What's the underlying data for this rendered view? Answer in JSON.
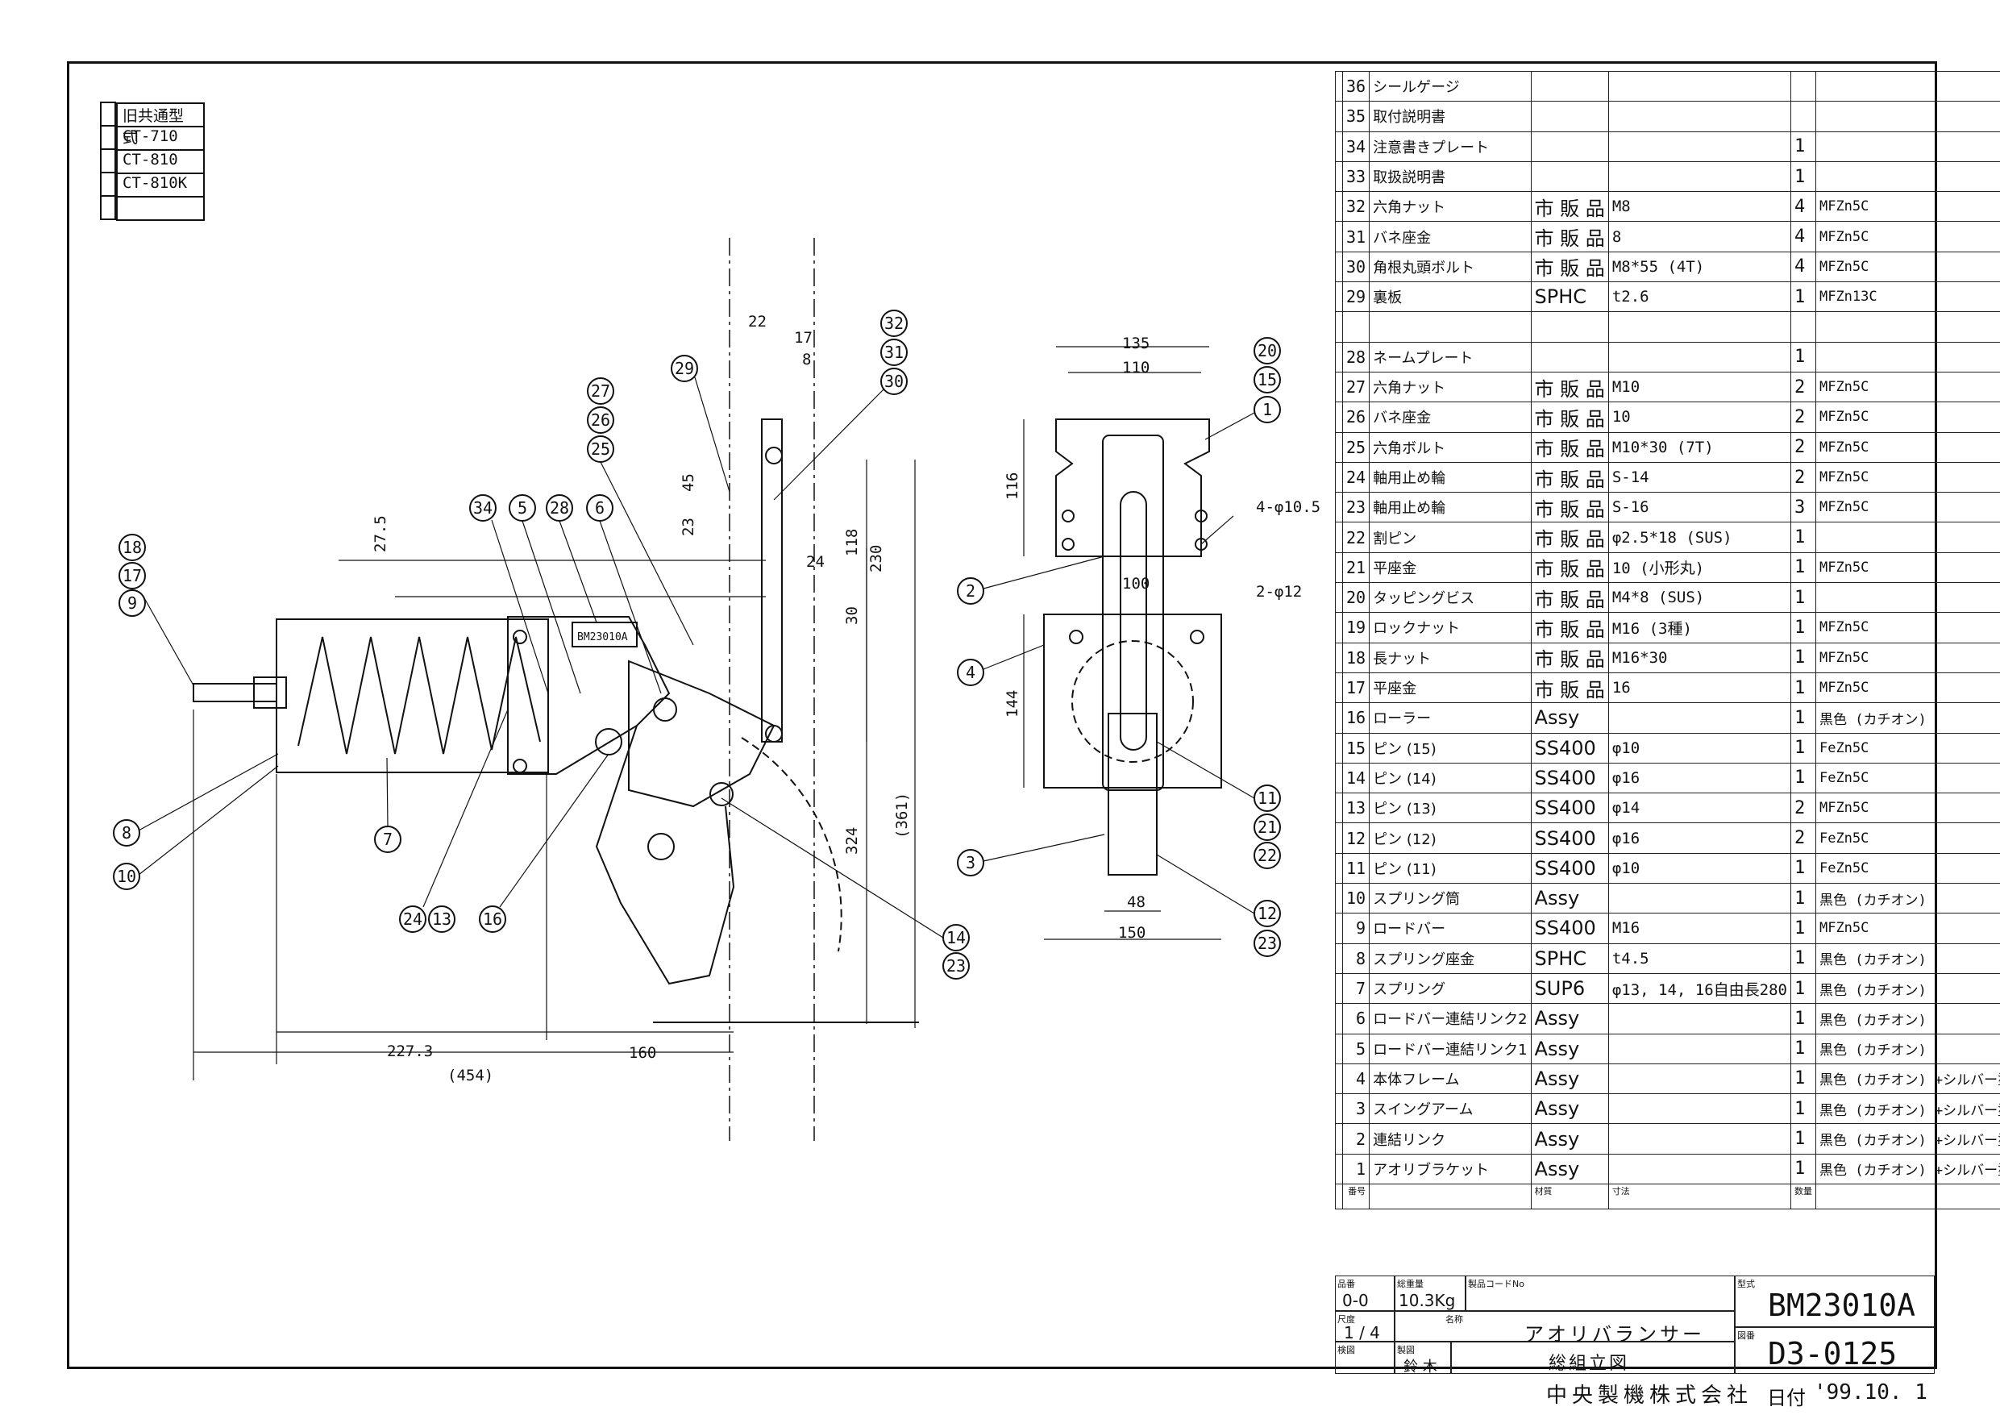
{
  "compat_table": {
    "header": "旧共通型式",
    "rows": [
      "CT-710",
      "CT-810",
      "CT-810K",
      ""
    ]
  },
  "parts": [
    {
      "no": "36",
      "name": "シールゲージ",
      "material": "",
      "size": "",
      "qty": "",
      "finish": ""
    },
    {
      "no": "35",
      "name": "取付説明書",
      "material": "",
      "size": "",
      "qty": "",
      "finish": ""
    },
    {
      "no": "34",
      "name": "注意書きプレート",
      "material": "",
      "size": "",
      "qty": "1",
      "finish": ""
    },
    {
      "no": "33",
      "name": "取扱説明書",
      "material": "",
      "size": "",
      "qty": "1",
      "finish": ""
    },
    {
      "no": "32",
      "name": "六角ナット",
      "material": "市 販 品",
      "size": "M8",
      "qty": "4",
      "finish": "MFZn5C"
    },
    {
      "no": "31",
      "name": "バネ座金",
      "material": "市 販 品",
      "size": "8",
      "qty": "4",
      "finish": "MFZn5C"
    },
    {
      "no": "30",
      "name": "角根丸頭ボルト",
      "material": "市 販 品",
      "size": "M8*55 (4T)",
      "qty": "4",
      "finish": "MFZn5C"
    },
    {
      "no": "29",
      "name": "裏板",
      "material": "SPHC",
      "size": "t2.6",
      "qty": "1",
      "finish": "MFZn13C"
    },
    {
      "no": "",
      "name": "",
      "material": "",
      "size": "",
      "qty": "",
      "finish": ""
    },
    {
      "no": "28",
      "name": "ネームプレート",
      "material": "",
      "size": "",
      "qty": "1",
      "finish": ""
    },
    {
      "no": "27",
      "name": "六角ナット",
      "material": "市 販 品",
      "size": "M10",
      "qty": "2",
      "finish": "MFZn5C"
    },
    {
      "no": "26",
      "name": "バネ座金",
      "material": "市 販 品",
      "size": "10",
      "qty": "2",
      "finish": "MFZn5C"
    },
    {
      "no": "25",
      "name": "六角ボルト",
      "material": "市 販 品",
      "size": "M10*30 (7T)",
      "qty": "2",
      "finish": "MFZn5C"
    },
    {
      "no": "24",
      "name": "軸用止め輪",
      "material": "市 販 品",
      "size": "S-14",
      "qty": "2",
      "finish": "MFZn5C"
    },
    {
      "no": "23",
      "name": "軸用止め輪",
      "material": "市 販 品",
      "size": "S-16",
      "qty": "3",
      "finish": "MFZn5C"
    },
    {
      "no": "22",
      "name": "割ピン",
      "material": "市 販 品",
      "size": "φ2.5*18 (SUS)",
      "qty": "1",
      "finish": ""
    },
    {
      "no": "21",
      "name": "平座金",
      "material": "市 販 品",
      "size": "10 (小形丸)",
      "qty": "1",
      "finish": "MFZn5C"
    },
    {
      "no": "20",
      "name": "タッピングビス",
      "material": "市 販 品",
      "size": "M4*8 (SUS)",
      "qty": "1",
      "finish": ""
    },
    {
      "no": "19",
      "name": "ロックナット",
      "material": "市 販 品",
      "size": "M16 (3種)",
      "qty": "1",
      "finish": "MFZn5C"
    },
    {
      "no": "18",
      "name": "長ナット",
      "material": "市 販 品",
      "size": "M16*30",
      "qty": "1",
      "finish": "MFZn5C"
    },
    {
      "no": "17",
      "name": "平座金",
      "material": "市 販 品",
      "size": "16",
      "qty": "1",
      "finish": "MFZn5C"
    },
    {
      "no": "16",
      "name": "ローラー",
      "material": "Assy",
      "size": "",
      "qty": "1",
      "finish": "黒色 (カチオン)"
    },
    {
      "no": "15",
      "name": "ピン (15)",
      "material": "SS400",
      "size": "φ10",
      "qty": "1",
      "finish": "FeZn5C"
    },
    {
      "no": "14",
      "name": "ピン (14)",
      "material": "SS400",
      "size": "φ16",
      "qty": "1",
      "finish": "FeZn5C"
    },
    {
      "no": "13",
      "name": "ピン (13)",
      "material": "SS400",
      "size": "φ14",
      "qty": "2",
      "finish": "MFZn5C"
    },
    {
      "no": "12",
      "name": "ピン (12)",
      "material": "SS400",
      "size": "φ16",
      "qty": "2",
      "finish": "FeZn5C"
    },
    {
      "no": "11",
      "name": "ピン (11)",
      "material": "SS400",
      "size": "φ10",
      "qty": "1",
      "finish": "FeZn5C"
    },
    {
      "no": "10",
      "name": "スプリング筒",
      "material": "Assy",
      "size": "",
      "qty": "1",
      "finish": "黒色 (カチオン)"
    },
    {
      "no": "9",
      "name": "ロードバー",
      "material": "SS400",
      "size": "M16",
      "qty": "1",
      "finish": "MFZn5C"
    },
    {
      "no": "8",
      "name": "スプリング座金",
      "material": "SPHC",
      "size": "t4.5",
      "qty": "1",
      "finish": "黒色 (カチオン)"
    },
    {
      "no": "7",
      "name": "スプリング",
      "material": "SUP6",
      "size": "φ13, 14, 16自由長280",
      "qty": "1",
      "finish": "黒色 (カチオン)"
    },
    {
      "no": "6",
      "name": "ロードバー連結リンク2",
      "material": "Assy",
      "size": "",
      "qty": "1",
      "finish": "黒色 (カチオン)"
    },
    {
      "no": "5",
      "name": "ロードバー連結リンク1",
      "material": "Assy",
      "size": "",
      "qty": "1",
      "finish": "黒色 (カチオン)"
    },
    {
      "no": "4",
      "name": "本体フレーム",
      "material": "Assy",
      "size": "",
      "qty": "1",
      "finish": "黒色 (カチオン) +シルバー塗装"
    },
    {
      "no": "3",
      "name": "スイングアーム",
      "material": "Assy",
      "size": "",
      "qty": "1",
      "finish": "黒色 (カチオン) +シルバー塗装"
    },
    {
      "no": "2",
      "name": "連結リンク",
      "material": "Assy",
      "size": "",
      "qty": "1",
      "finish": "黒色 (カチオン) +シルバー塗装"
    },
    {
      "no": "1",
      "name": "アオリブラケット",
      "material": "Assy",
      "size": "",
      "qty": "1",
      "finish": "黒色 (カチオン) +シルバー塗装"
    }
  ],
  "parts_header": {
    "no": "番号",
    "material": "材質",
    "size": "寸法",
    "qty": "数量"
  },
  "title_block": {
    "label_hinban": "品番",
    "value_hinban": "0-0",
    "label_weight": "総重量",
    "value_weight": "10.3Kg",
    "label_code": "製品コードNo",
    "label_scale": "尺度",
    "value_scale": "1 / 4",
    "label_name": "名称",
    "value_name": "アオリバランサー",
    "value_subname": "総組立図",
    "label_check": "検図",
    "label_drawn": "製図",
    "value_drawn": "鈴 木",
    "label_model": "型式",
    "value_model": "BM23010A",
    "label_drawing_no": "図番",
    "value_drawing_no": "D3-0125",
    "company": "中央製機株式会社",
    "date_label": "日付",
    "date_value": "'99.10. 1"
  },
  "drawing": {
    "nameplate": "BM23010A",
    "dims_side": [
      "27.5",
      "22",
      "17",
      "8",
      "45",
      "23",
      "118",
      "230",
      "24",
      "30",
      "324",
      "(361)",
      "227.3",
      "160",
      "(454)"
    ],
    "dims_front": [
      "135",
      "110",
      "116",
      "4-φ10.5",
      "100",
      "2-φ12",
      "144",
      "48",
      "150"
    ],
    "callouts_side": [
      "29",
      "32",
      "31",
      "30",
      "27",
      "26",
      "25",
      "34",
      "5",
      "28",
      "6",
      "18",
      "17",
      "9",
      "8",
      "10",
      "7",
      "24",
      "13",
      "16",
      "14",
      "23"
    ],
    "callouts_front": [
      "20",
      "15",
      "1",
      "2",
      "4",
      "3",
      "11",
      "21",
      "22",
      "12",
      "23"
    ]
  }
}
